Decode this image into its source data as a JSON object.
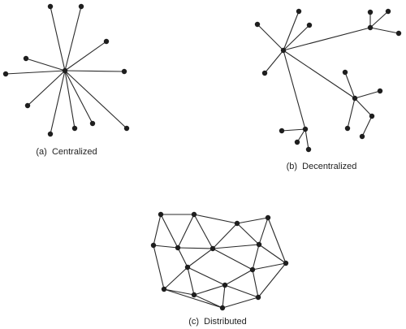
{
  "diagrams": [
    {
      "key": "centralized",
      "caption": "(a)  Centralized"
    },
    {
      "key": "decentralized",
      "caption": "(b)  Decentralized"
    },
    {
      "key": "distributed",
      "caption": "(c)  Distributed"
    }
  ],
  "colors": {
    "node": "#1e1e1e",
    "edge": "#2a2a2a",
    "text": "#222222",
    "background": "#ffffff"
  }
}
